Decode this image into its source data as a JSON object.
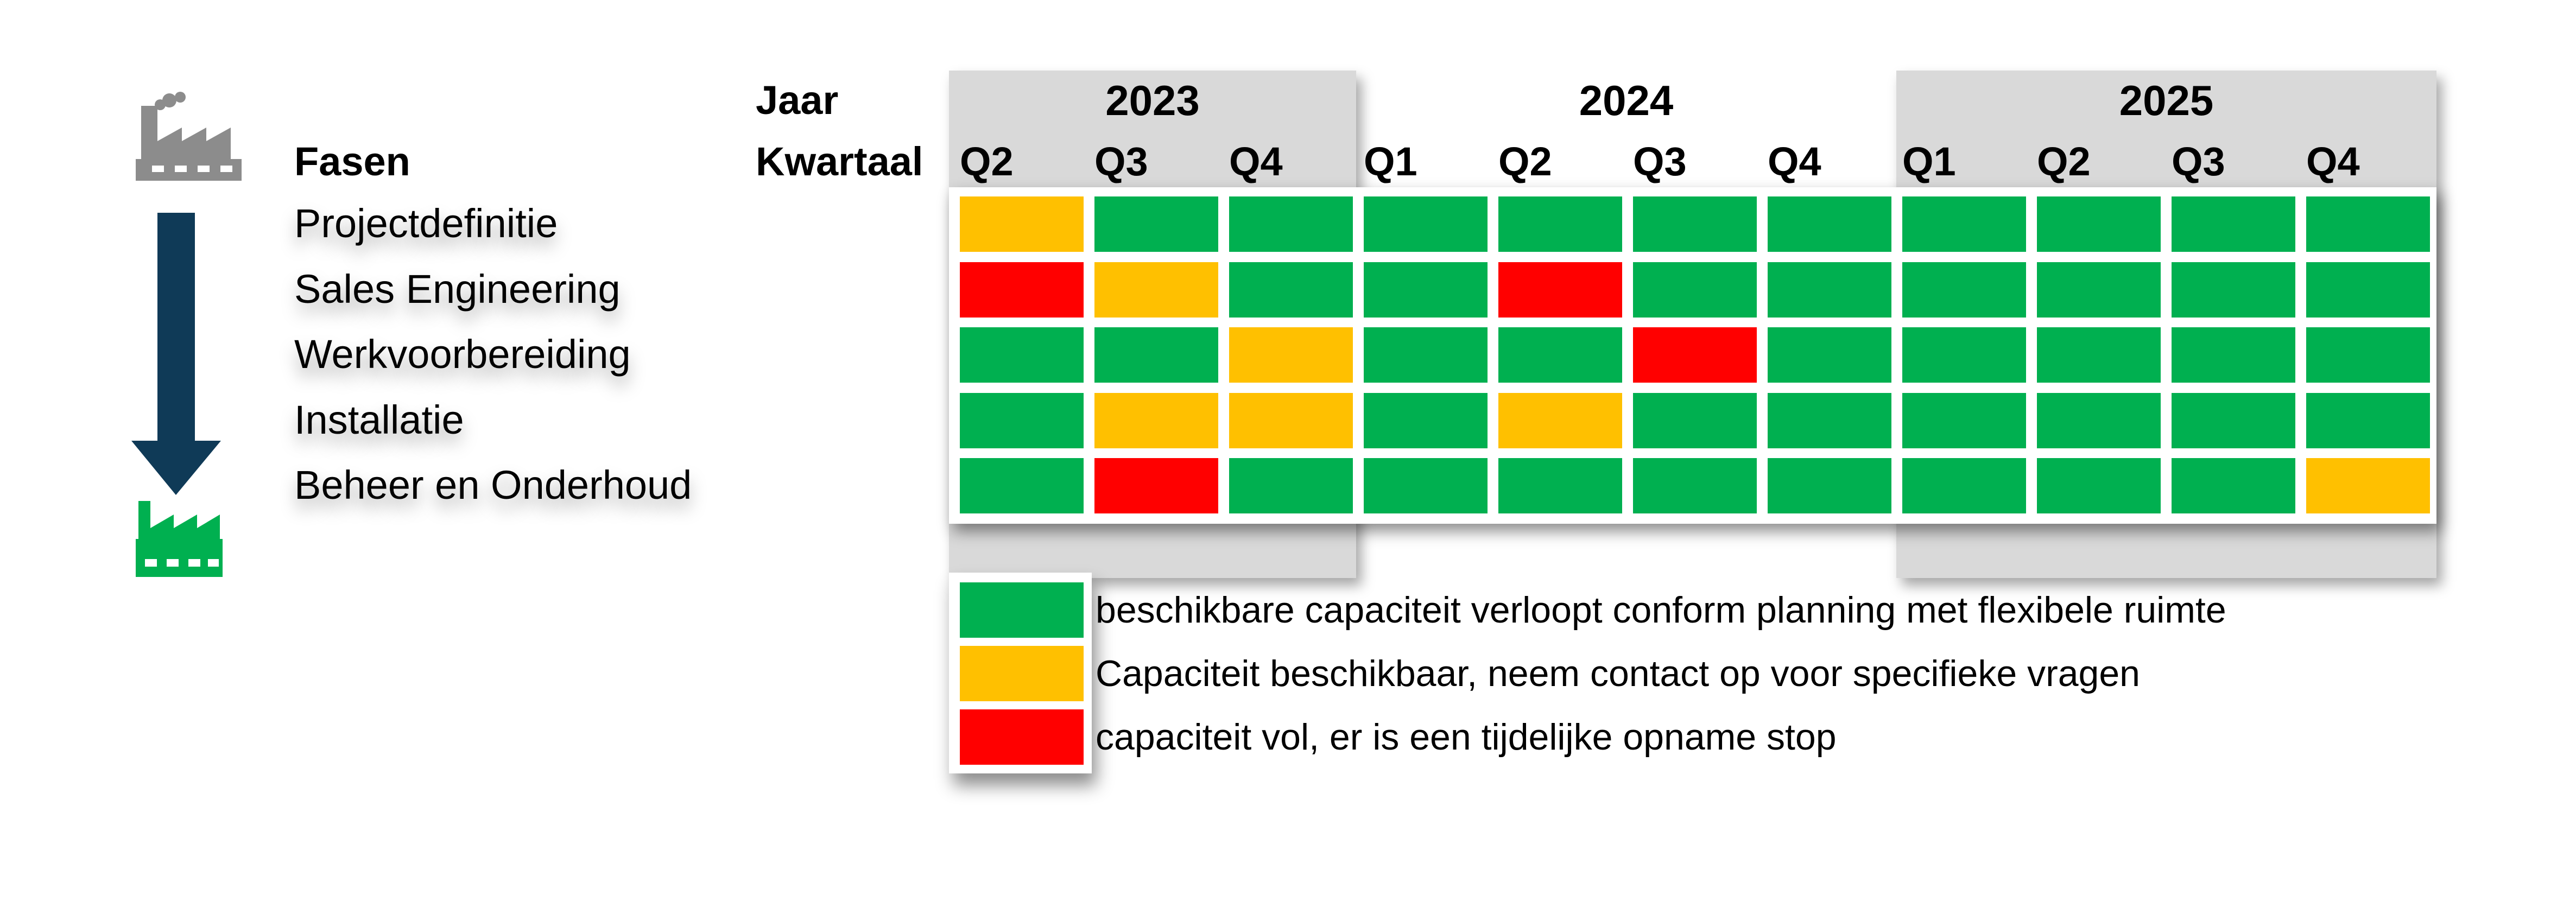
{
  "colors": {
    "green": "#00b050",
    "amber": "#ffc000",
    "red": "#ff0000",
    "band_grey": "#d9d9d9",
    "arrow_navy": "#0f3a57",
    "factory_grey": "#8c8c8c",
    "factory_green": "#00b050"
  },
  "icons": {
    "top": "factory-icon",
    "arrow": "arrow-down-icon",
    "bottom": "factory-icon"
  },
  "labels": {
    "fasen": "Fasen",
    "jaar": "Jaar",
    "kwartaal": "Kwartaal"
  },
  "years": [
    "2023",
    "2024",
    "2025"
  ],
  "quarters": [
    "Q2",
    "Q3",
    "Q4",
    "Q1",
    "Q2",
    "Q3",
    "Q4",
    "Q1",
    "Q2",
    "Q3",
    "Q4"
  ],
  "phases": [
    "Projectdefinitie",
    "Sales Engineering",
    "Werkvoorbereiding",
    "Installatie",
    "Beheer en Onderhoud"
  ],
  "status_grid": [
    [
      "amber",
      "green",
      "green",
      "green",
      "green",
      "green",
      "green",
      "green",
      "green",
      "green",
      "green"
    ],
    [
      "red",
      "amber",
      "green",
      "green",
      "red",
      "green",
      "green",
      "green",
      "green",
      "green",
      "green"
    ],
    [
      "green",
      "green",
      "amber",
      "green",
      "green",
      "red",
      "green",
      "green",
      "green",
      "green",
      "green"
    ],
    [
      "green",
      "amber",
      "amber",
      "green",
      "amber",
      "green",
      "green",
      "green",
      "green",
      "green",
      "green"
    ],
    [
      "green",
      "red",
      "green",
      "green",
      "green",
      "green",
      "green",
      "green",
      "green",
      "green",
      "amber"
    ]
  ],
  "legend": [
    {
      "status": "green",
      "text": "beschikbare capaciteit verloopt conform planning met flexibele ruimte"
    },
    {
      "status": "amber",
      "text": "Capaciteit beschikbaar, neem contact op voor specifieke vragen"
    },
    {
      "status": "red",
      "text": "capaciteit vol, er is een tijdelijke opname stop"
    }
  ]
}
